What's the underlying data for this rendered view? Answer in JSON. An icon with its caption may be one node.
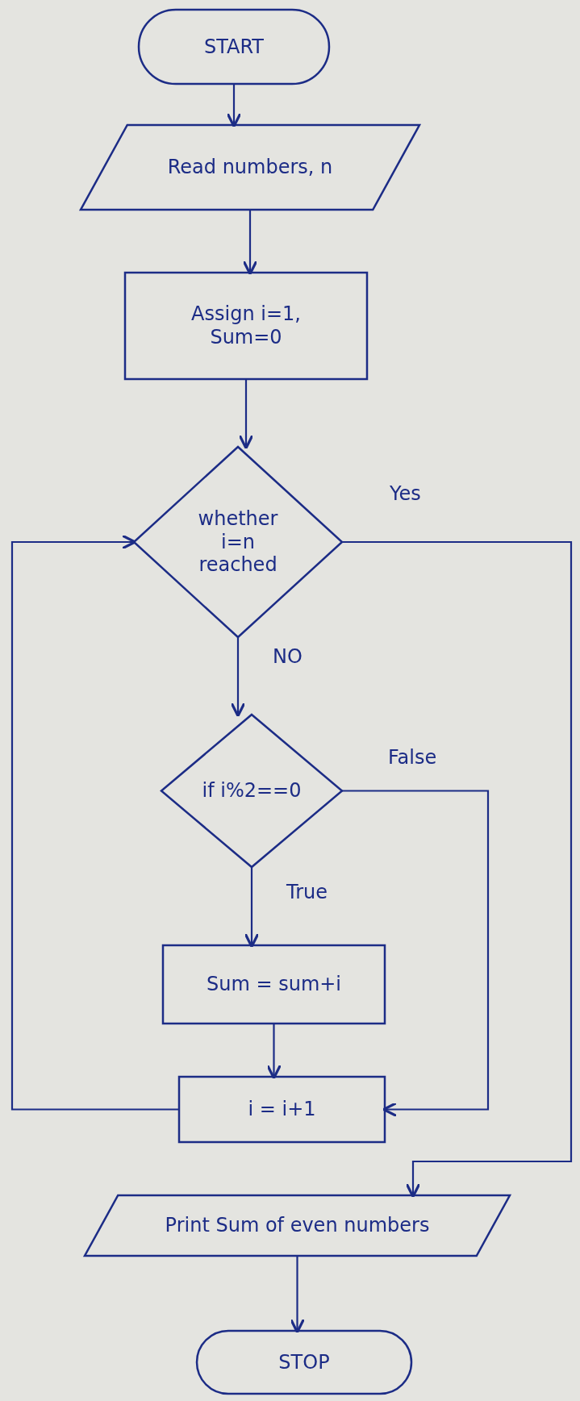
{
  "diagram": {
    "nodes": [
      {
        "text": [
          "START"
        ]
      },
      {
        "text": [
          "Read numbers, n"
        ]
      },
      {
        "text": [
          "Assign i=1, Sum=0"
        ]
      },
      {
        "text": [
          "whether i=n reached"
        ]
      },
      {
        "text": [
          "if i%2==0"
        ]
      },
      {
        "text": [
          "Sum = sum+i"
        ]
      },
      {
        "text": [
          "i = i+1"
        ]
      },
      {
        "text": [
          "Print Sum of even numbers"
        ]
      },
      {
        "text": [
          "STOP"
        ]
      }
    ],
    "edges": [
      {
        "from": 0,
        "to": 1,
        "arrow": "to"
      },
      {
        "from": 1,
        "to": 2,
        "arrow": "to"
      },
      {
        "from": 2,
        "to": 3,
        "arrow": "to"
      },
      {
        "from": 3,
        "to": 4,
        "arrow": "to",
        "label": "NO"
      },
      {
        "from": 4,
        "to": 5,
        "arrow": "to",
        "label": "True"
      },
      {
        "from": 4,
        "to": 6,
        "arrow": "to",
        "label": "False"
      },
      {
        "from": 5,
        "to": 6,
        "arrow": "to"
      },
      {
        "from": 6,
        "to": 3,
        "arrow": "to"
      },
      {
        "from": 3,
        "to": 7,
        "arrow": "to",
        "label": "Yes"
      },
      {
        "from": 7,
        "to": 8,
        "arrow": "to"
      }
    ]
  }
}
